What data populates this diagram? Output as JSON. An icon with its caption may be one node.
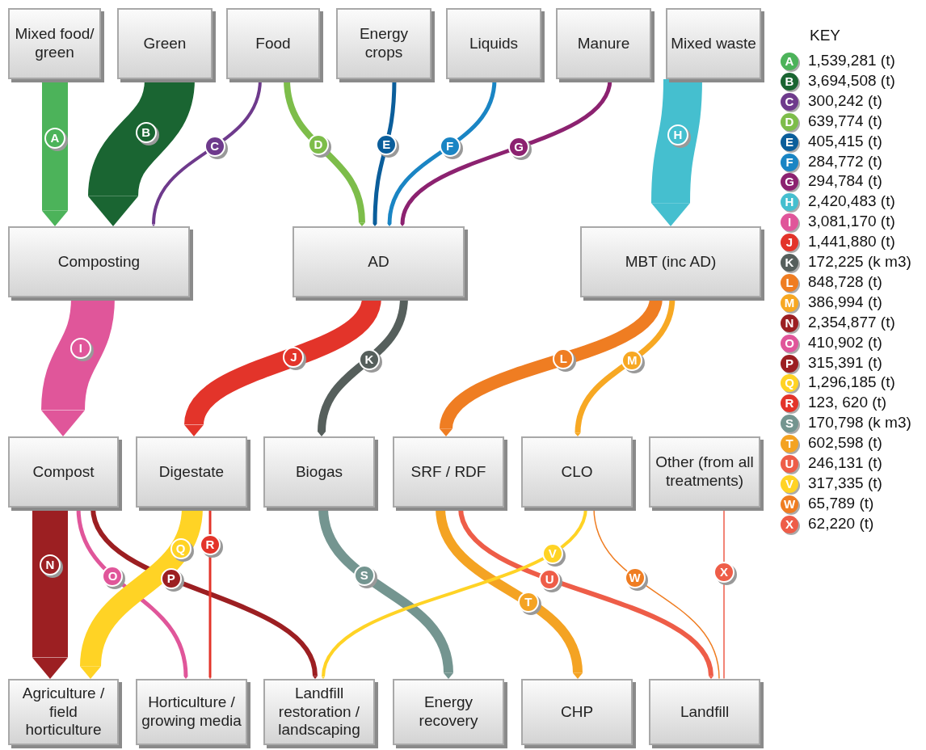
{
  "diagram": {
    "nodes": [
      {
        "text": [
          "Mixed food/ green"
        ]
      },
      {
        "text": [
          "Green"
        ]
      },
      {
        "text": [
          "Food"
        ]
      },
      {
        "text": [
          "Energy crops"
        ]
      },
      {
        "text": [
          "Liquids"
        ]
      },
      {
        "text": [
          "Manure"
        ]
      },
      {
        "text": [
          "Mixed waste"
        ]
      },
      {
        "text": [
          "Composting"
        ]
      },
      {
        "text": [
          "AD"
        ]
      },
      {
        "text": [
          "MBT (inc AD)"
        ]
      },
      {
        "text": [
          "Compost"
        ]
      },
      {
        "text": [
          "Digestate"
        ]
      },
      {
        "text": [
          "Biogas"
        ]
      },
      {
        "text": [
          "SRF / RDF"
        ]
      },
      {
        "text": [
          "CLO"
        ]
      },
      {
        "text": [
          "Other (from all treatments)"
        ]
      },
      {
        "text": [
          "Agriculture / field horticulture"
        ]
      },
      {
        "text": [
          "Horticulture / growing media"
        ]
      },
      {
        "text": [
          "Landfill restoration / landscaping"
        ]
      },
      {
        "text": [
          "Energy recovery"
        ]
      },
      {
        "text": [
          "CHP"
        ]
      },
      {
        "text": [
          "Landfill"
        ]
      }
    ],
    "edges": [
      {
        "from": 0,
        "to": 7,
        "arrow": "to",
        "label": "A",
        "color": "#4cb35a",
        "style": "thick"
      },
      {
        "from": 1,
        "to": 7,
        "arrow": "to",
        "label": "B",
        "color": "#1a6532",
        "style": "thick"
      },
      {
        "from": 2,
        "to": 7,
        "arrow": "to",
        "label": "C",
        "color": "#6e3a8c"
      },
      {
        "from": 2,
        "to": 8,
        "arrow": "to",
        "label": "D",
        "color": "#7dbd4a"
      },
      {
        "from": 3,
        "to": 8,
        "arrow": "to",
        "label": "E",
        "color": "#0b5e9b"
      },
      {
        "from": 4,
        "to": 8,
        "arrow": "to",
        "label": "F",
        "color": "#1a85c4"
      },
      {
        "from": 5,
        "to": 8,
        "arrow": "to",
        "label": "G",
        "color": "#8c2270"
      },
      {
        "from": 6,
        "to": 9,
        "arrow": "to",
        "label": "H",
        "color": "#45bfcf",
        "style": "thick"
      },
      {
        "from": 7,
        "to": 10,
        "arrow": "to",
        "label": "I",
        "color": "#e0569a",
        "style": "thick"
      },
      {
        "from": 8,
        "to": 11,
        "arrow": "to",
        "label": "J",
        "color": "#e3342a",
        "style": "thick"
      },
      {
        "from": 8,
        "to": 12,
        "arrow": "to",
        "label": "K",
        "color": "#565f5c"
      },
      {
        "from": 9,
        "to": 13,
        "arrow": "to",
        "label": "L",
        "color": "#ef7d22",
        "style": "thick"
      },
      {
        "from": 9,
        "to": 14,
        "arrow": "to",
        "label": "M",
        "color": "#f7a823"
      },
      {
        "from": 10,
        "to": 16,
        "arrow": "to",
        "label": "N",
        "color": "#9c1f22",
        "style": "thick"
      },
      {
        "from": 10,
        "to": 17,
        "arrow": "to",
        "label": "O",
        "color": "#e0569a"
      },
      {
        "from": 10,
        "to": 18,
        "arrow": "to",
        "label": "P",
        "color": "#9c1f22"
      },
      {
        "from": 11,
        "to": 16,
        "arrow": "to",
        "label": "Q",
        "color": "#ffd325",
        "style": "thick"
      },
      {
        "from": 11,
        "to": 17,
        "arrow": "to",
        "label": "R",
        "color": "#e3342a"
      },
      {
        "from": 12,
        "to": 19,
        "arrow": "to",
        "label": "S",
        "color": "#749590"
      },
      {
        "from": 13,
        "to": 20,
        "arrow": "to",
        "label": "T",
        "color": "#f4a323"
      },
      {
        "from": 13,
        "to": 21,
        "arrow": "to",
        "label": "U",
        "color": "#ee5d48"
      },
      {
        "from": 14,
        "to": 18,
        "arrow": "to",
        "label": "V",
        "color": "#ffd325"
      },
      {
        "from": 14,
        "to": 21,
        "arrow": "to",
        "label": "W",
        "color": "#ef7d22"
      },
      {
        "from": 15,
        "to": 21,
        "arrow": "to",
        "label": "X",
        "color": "#ee5d48"
      }
    ],
    "labels": [
      "KEY",
      "A",
      "B",
      "C",
      "D",
      "E",
      "F",
      "G",
      "H",
      "I",
      "J",
      "K",
      "L",
      "M",
      "N",
      "O",
      "P",
      "Q",
      "R",
      "S",
      "T",
      "U",
      "V",
      "W",
      "X"
    ],
    "legend": [
      {
        "text": "1,539,281 (t)",
        "color": "#4cb35a"
      },
      {
        "text": "3,694,508 (t)",
        "color": "#1a6532"
      },
      {
        "text": "300,242 (t)",
        "color": "#6e3a8c"
      },
      {
        "text": "639,774 (t)",
        "color": "#7dbd4a"
      },
      {
        "text": "405,415 (t)",
        "color": "#0b5e9b"
      },
      {
        "text": "284,772 (t)",
        "color": "#1a85c4"
      },
      {
        "text": "294,784 (t)",
        "color": "#8c2270"
      },
      {
        "text": "2,420,483 (t)",
        "color": "#45bfcf"
      },
      {
        "text": "3,081,170 (t)",
        "color": "#e0569a"
      },
      {
        "text": "1,441,880 (t)",
        "color": "#e3342a"
      },
      {
        "text": "172,225 (k m3)",
        "color": "#565f5c"
      },
      {
        "text": "848,728 (t)",
        "color": "#ef7d22"
      },
      {
        "text": "386,994 (t)",
        "color": "#f7a823"
      },
      {
        "text": "2,354,877 (t)",
        "color": "#9c1f22"
      },
      {
        "text": "410,902 (t)",
        "color": "#e0569a"
      },
      {
        "text": "315,391 (t)",
        "color": "#9c1f22"
      },
      {
        "text": "1,296,185 (t)",
        "color": "#ffd325"
      },
      {
        "text": "123, 620 (t)",
        "color": "#e3342a"
      },
      {
        "text": "170,798 (k m3)",
        "color": "#749590"
      },
      {
        "text": "602,598 (t)",
        "color": "#f4a323"
      },
      {
        "text": "246,131 (t)",
        "color": "#ee5d48"
      },
      {
        "text": "317,335 (t)",
        "color": "#ffd325"
      },
      {
        "text": "65,789 (t)",
        "color": "#ef7d22"
      },
      {
        "text": "62,220 (t)",
        "color": "#ee5d48"
      }
    ]
  }
}
